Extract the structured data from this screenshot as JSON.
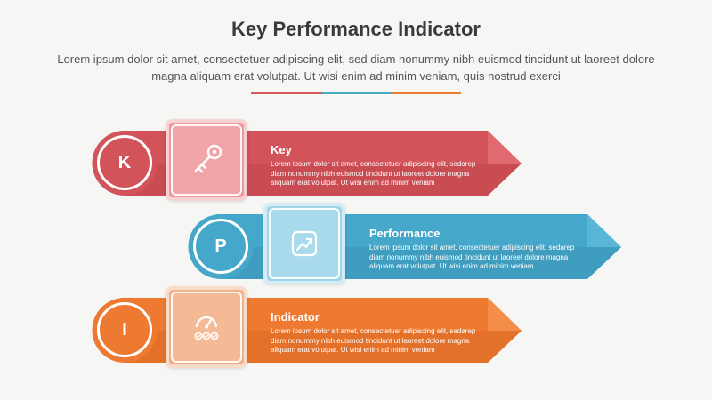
{
  "header": {
    "title": "Key Performance Indicator",
    "subtitle": "Lorem ipsum dolor sit amet, consectetuer adipiscing elit, sed diam nonummy nibh euismod tincidunt ut laoreet dolore magna aliquam erat volutpat. Ut wisi enim ad minim veniam, quis nostrud exerci"
  },
  "divider_colors": [
    "#d55b5b",
    "#4aa9c9",
    "#ee7d34"
  ],
  "items": [
    {
      "letter": "K",
      "heading": "Key",
      "body": "Lorem ipsum dolor sit amet, consectetuer adipiscing elit, sedarep diam nonummy nibh euismod tincidunt ut laoreet dolore magna aliquam erat volutpat. Ut wisi enim ad minim veniam",
      "icon": "key-icon",
      "color": "#d2535a"
    },
    {
      "letter": "P",
      "heading": "Performance",
      "body": "Lorem ipsum dolor sit amet, consectetuer adipiscing elit, sedarep diam nonummy nibh euismod tincidunt ut laoreet dolore magna aliquam erat volutpat. Ut wisi enim ad minim veniam",
      "icon": "growth-chart-icon",
      "color": "#45a7c9"
    },
    {
      "letter": "I",
      "heading": "Indicator",
      "body": "Lorem ipsum dolor sit amet, consectetuer adipiscing elit, sedarep diam nonummy nibh euismod tincidunt ut laoreet dolore magna aliquam erat volutpat. Ut wisi enim ad minim veniam",
      "icon": "gauge-checklist-icon",
      "color": "#ee7a32"
    }
  ]
}
